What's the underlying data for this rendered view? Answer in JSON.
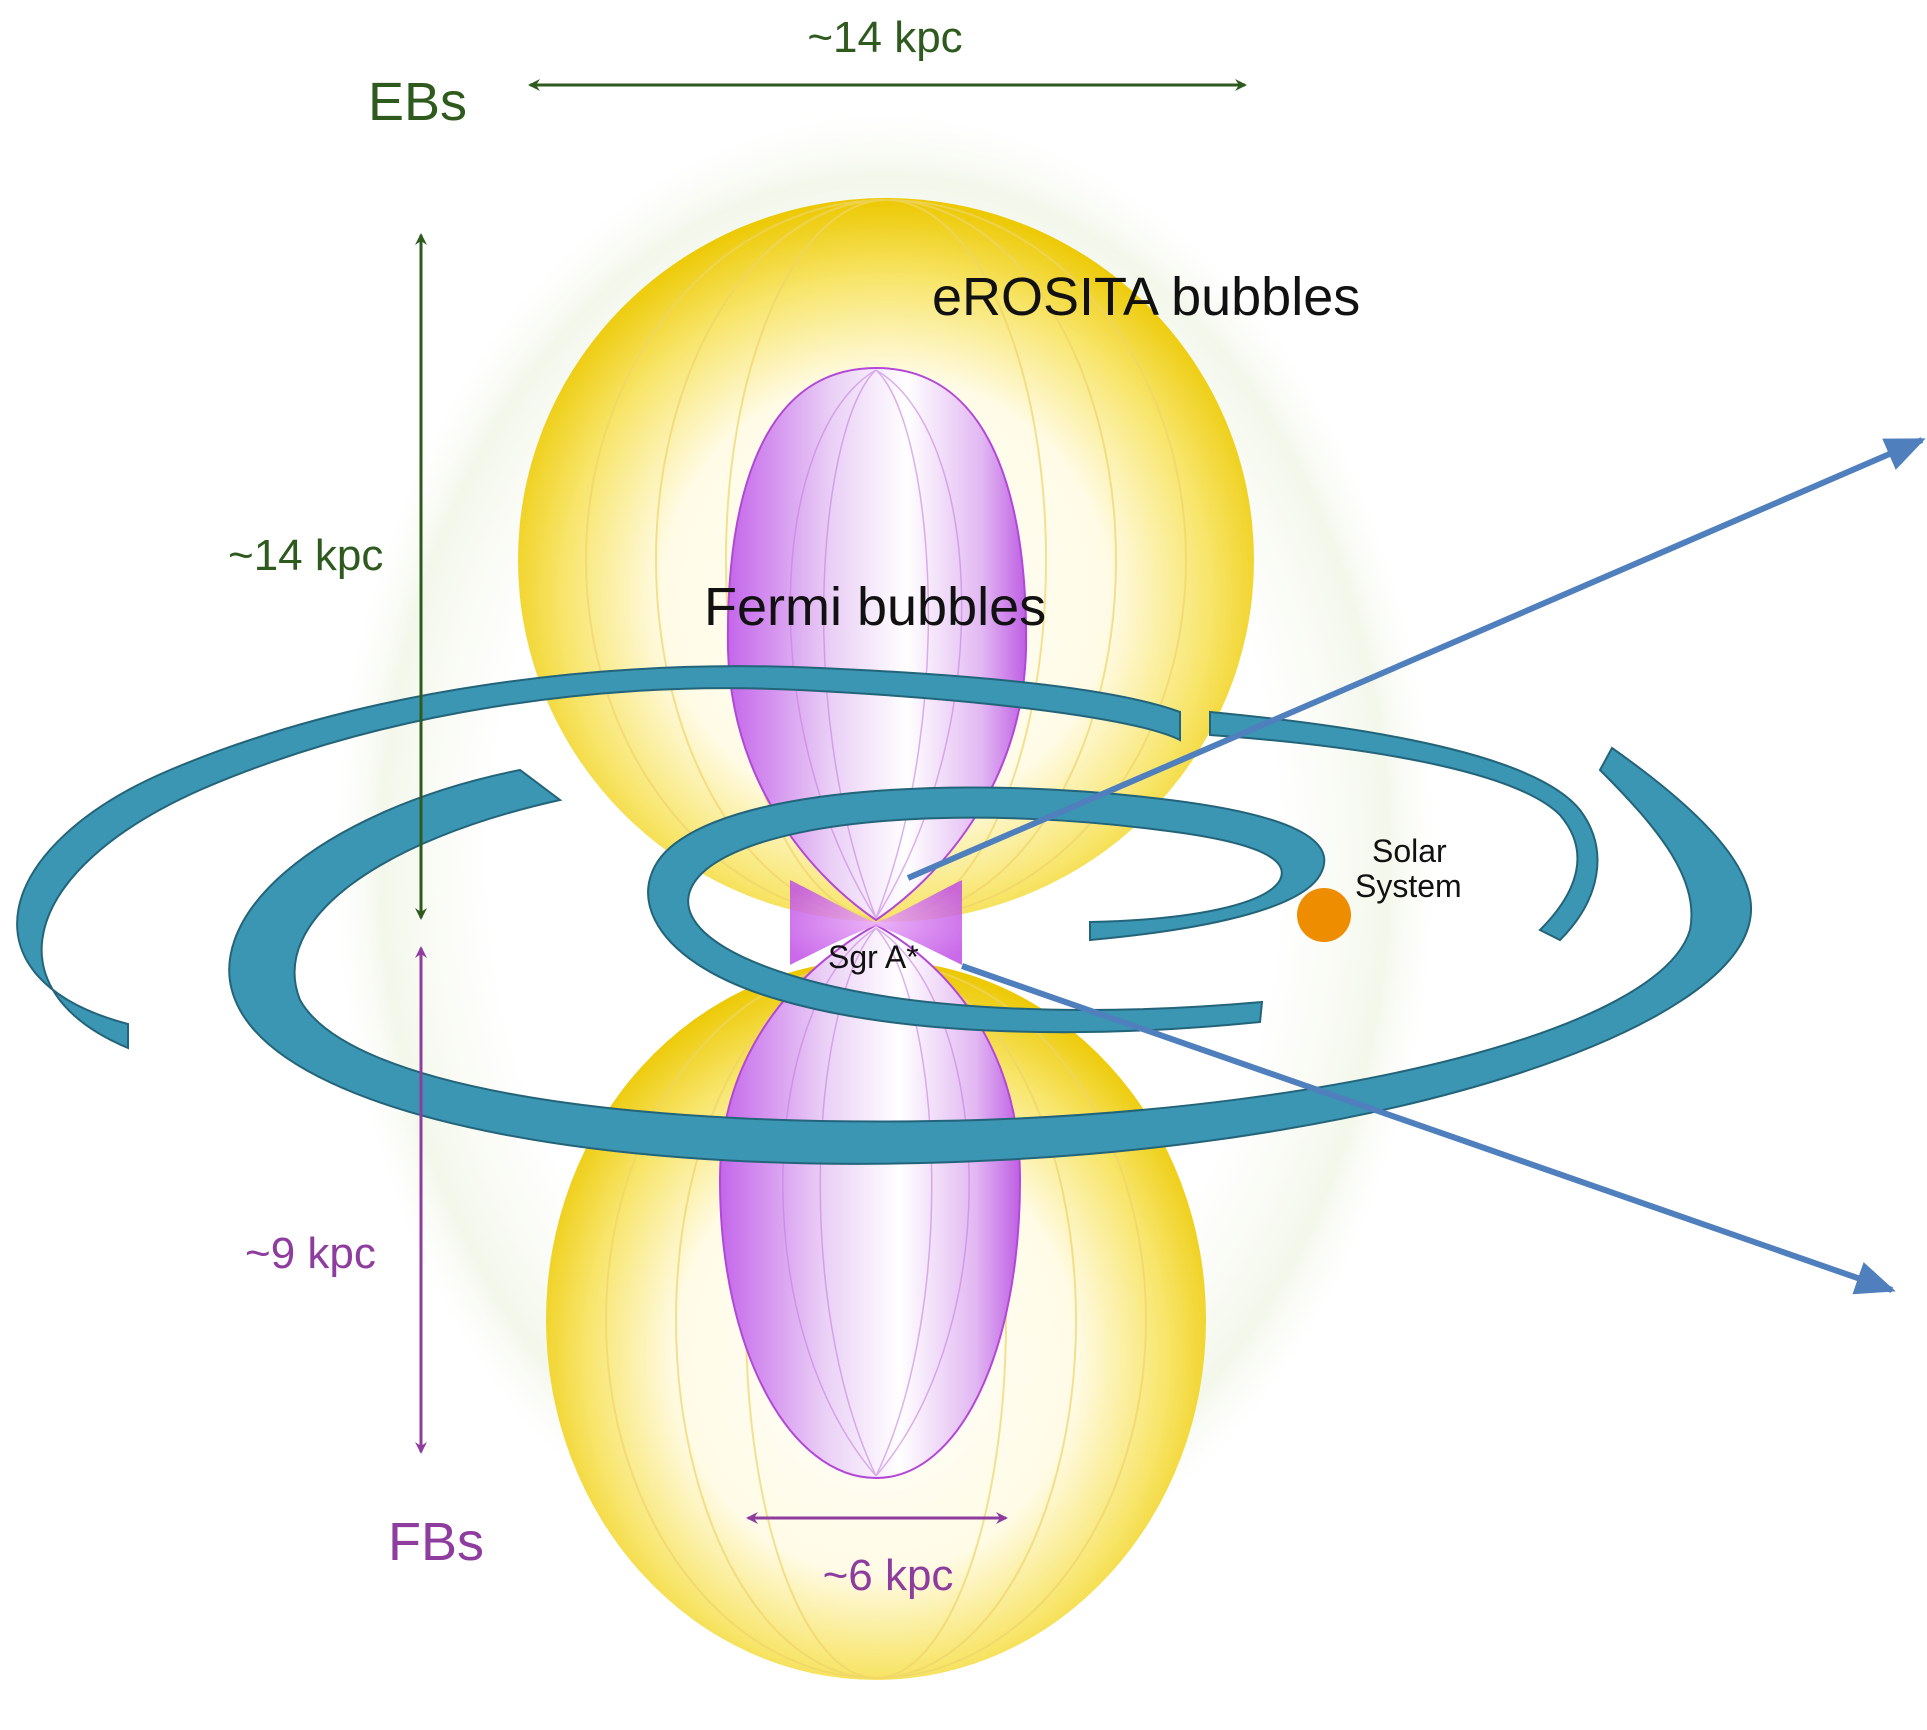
{
  "labels": {
    "ebs": "EBs",
    "fbs": "FBs",
    "erosita": "eROSITA bubbles",
    "fermi": "Fermi bubbles",
    "sgr": "Sgr A*",
    "solar_line1": "Solar",
    "solar_line2": "System",
    "eb_width": "~14 kpc",
    "eb_height": "~14 kpc",
    "fb_height": "~9 kpc",
    "fb_width": "~6 kpc"
  },
  "colors": {
    "eb_green": "#2e5a1e",
    "fb_purple": "#8e3d9e",
    "bubble_yellow": "#f0d000",
    "fermi_magenta": "#c266e8",
    "spiral_teal": "#3a96b2",
    "spiral_dark": "#23647a",
    "los_blue": "#4f7fbd",
    "sun_orange": "#ef8d00",
    "text_black": "#111111"
  }
}
